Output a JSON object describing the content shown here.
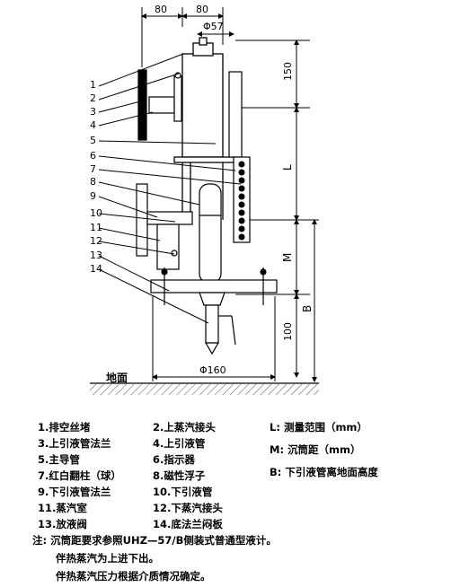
{
  "dimensions": {
    "top_left": "80",
    "top_right": "80",
    "diameter_top": "Φ57",
    "d150": "150",
    "dL": "L",
    "dM": "M",
    "dB": "B",
    "d100": "100",
    "diameter_bottom": "Φ160"
  },
  "ground_label": "地面",
  "callouts": [
    "1",
    "2",
    "3",
    "4",
    "5",
    "6",
    "7",
    "8",
    "9",
    "10",
    "11",
    "12",
    "13",
    "14"
  ],
  "parts": [
    {
      "num": "1.",
      "name": "排空丝堵"
    },
    {
      "num": "2.",
      "name": "上蒸汽接头"
    },
    {
      "num": "3.",
      "name": "上引液管法兰"
    },
    {
      "num": "4.",
      "name": "上引液管"
    },
    {
      "num": "5.",
      "name": "主导管"
    },
    {
      "num": "6.",
      "name": "指示器"
    },
    {
      "num": "7.",
      "name": "红白翻柱（球）"
    },
    {
      "num": "8.",
      "name": "磁性浮子"
    },
    {
      "num": "9.",
      "name": "下引液管法兰"
    },
    {
      "num": "10.",
      "name": "下引液管"
    },
    {
      "num": "11.",
      "name": "蒸汽室"
    },
    {
      "num": "12.",
      "name": "下蒸汽接头"
    },
    {
      "num": "13.",
      "name": "放液阀"
    },
    {
      "num": "14.",
      "name": "底法兰闷板"
    }
  ],
  "symbols": [
    {
      "sym": "L:",
      "desc": "测量范围（mm）"
    },
    {
      "sym": "M:",
      "desc": "沉筒距（mm）"
    },
    {
      "sym": "B:",
      "desc": "下引液管离地面高度"
    }
  ],
  "notes": {
    "label": "注:",
    "line1": "沉筒距要求参照UHZ—57/B侧装式普通型液计。",
    "line2": "伴热蒸汽为上进下出。",
    "line3": "伴热蒸汽压力根据介质情况确定。"
  }
}
